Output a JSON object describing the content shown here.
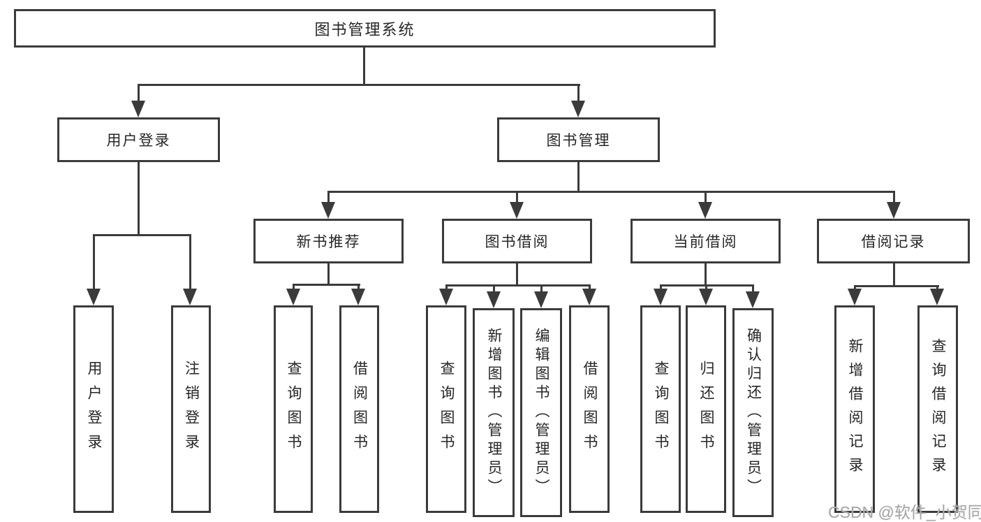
{
  "diagram": {
    "root": "图书管理系统",
    "user_login": {
      "label": "用户登录",
      "children": [
        "用户登录",
        "注销登录"
      ]
    },
    "book_mgmt": {
      "label": "图书管理",
      "children": [
        {
          "label": "新书推荐",
          "children": [
            "查询图书",
            "借阅图书"
          ]
        },
        {
          "label": "图书借阅",
          "children": [
            "查询图书",
            "新增图书（管理员）",
            "编辑图书（管理员）",
            "借阅图书"
          ]
        },
        {
          "label": "当前借阅",
          "children": [
            "查询图书",
            "归还图书",
            "确认归还（管理员）"
          ]
        },
        {
          "label": "借阅记录",
          "children": [
            "新增借阅记录",
            "查询借阅记录"
          ]
        }
      ]
    }
  },
  "watermark": "CSDN @软件_小贺同学",
  "colors": {
    "line": "#3b3b3b",
    "text": "#262626",
    "watermark": "#a8a8a8"
  }
}
